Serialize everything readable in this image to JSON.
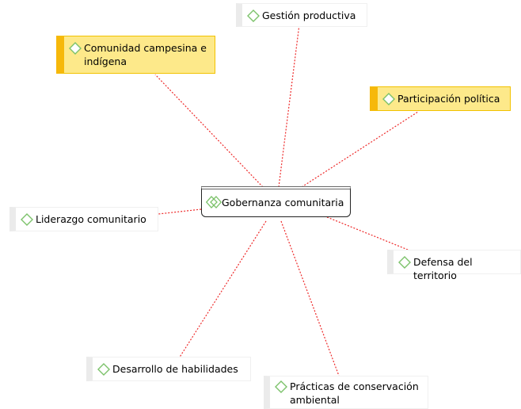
{
  "central": {
    "label": "Gobernanza comunitaria",
    "icon": "double-diamond-icon"
  },
  "nodes": [
    {
      "id": "gestion",
      "label": "Gestión productiva",
      "highlight": false,
      "icon": "diamond-icon"
    },
    {
      "id": "comunidad",
      "label": "Comunidad campesina e indígena",
      "highlight": true,
      "icon": "diamond-icon"
    },
    {
      "id": "participacion",
      "label": "Participación política",
      "highlight": true,
      "icon": "diamond-icon"
    },
    {
      "id": "liderazgo",
      "label": "Liderazgo comunitario",
      "highlight": false,
      "icon": "diamond-icon"
    },
    {
      "id": "defensa",
      "label": "Defensa del territorio",
      "highlight": false,
      "icon": "diamond-icon"
    },
    {
      "id": "desarrollo",
      "label": "Desarrollo de habilidades",
      "highlight": false,
      "icon": "diamond-icon"
    },
    {
      "id": "practicas",
      "label": "Prácticas de conservación ambiental",
      "highlight": false,
      "icon": "diamond-icon"
    }
  ],
  "colors": {
    "link": "#ee2a2a",
    "icon_stroke": "#7cc26a",
    "highlight_fill": "#fde98a",
    "highlight_border": "#f6b80a"
  }
}
